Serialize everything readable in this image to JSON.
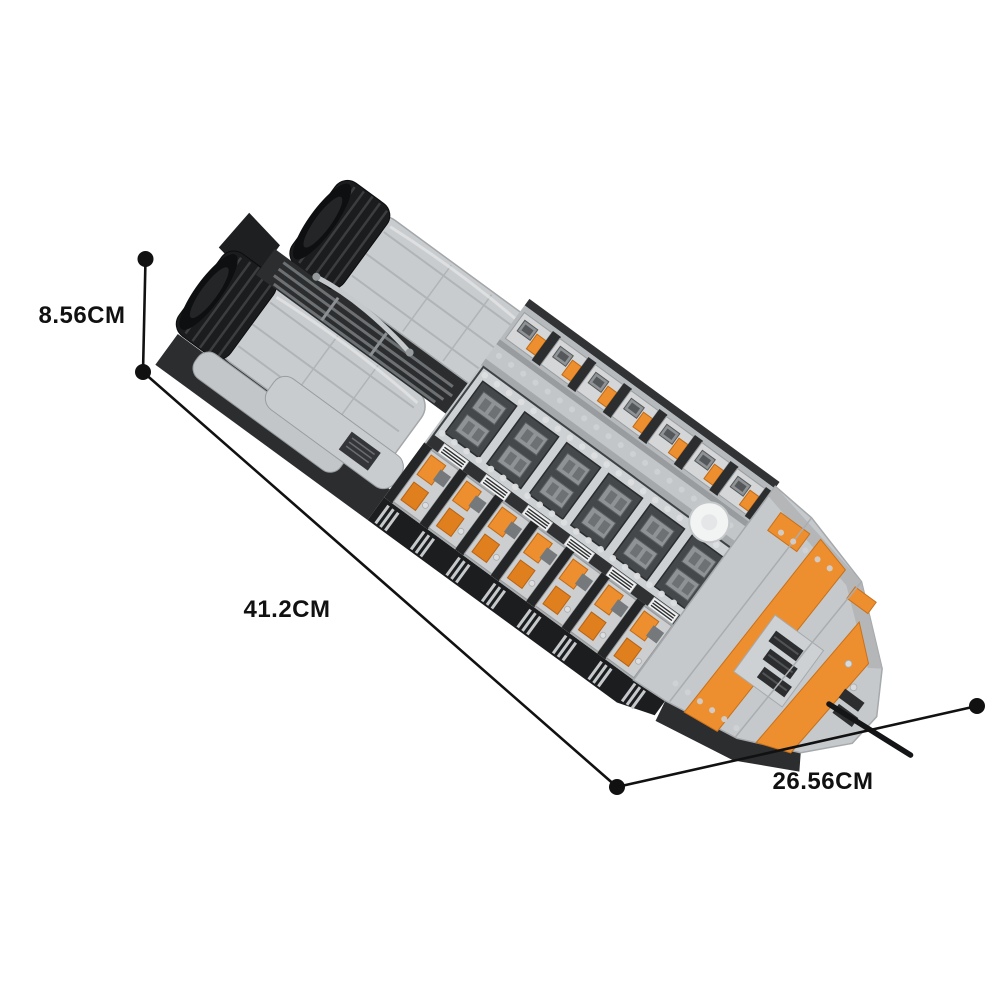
{
  "page": {
    "background": "#ffffff"
  },
  "product_render": {
    "semantic": "brick-built-spaceship-model"
  },
  "dimension_annotations": {
    "height": {
      "label": "8.56CM"
    },
    "length": {
      "label": "41.2CM"
    },
    "width": {
      "label": "26.56CM"
    }
  },
  "colors": {
    "page-background": "#ffffff",
    "dimension-line": "#111111",
    "label-text": "#111111",
    "lego-light-gray": "#c9ccce",
    "lego-plate-gray": "#b7babc",
    "lego-mid-gray": "#8f9395",
    "lego-greeble-gray": "#75797b",
    "lego-dark-gray": "#45484b",
    "lego-near-black": "#2b2d2f",
    "lego-black": "#1b1c1e",
    "lego-orange": "#ee8f2f",
    "lego-orange-dark": "#d0751c",
    "tile-white": "#f2f3f3"
  }
}
